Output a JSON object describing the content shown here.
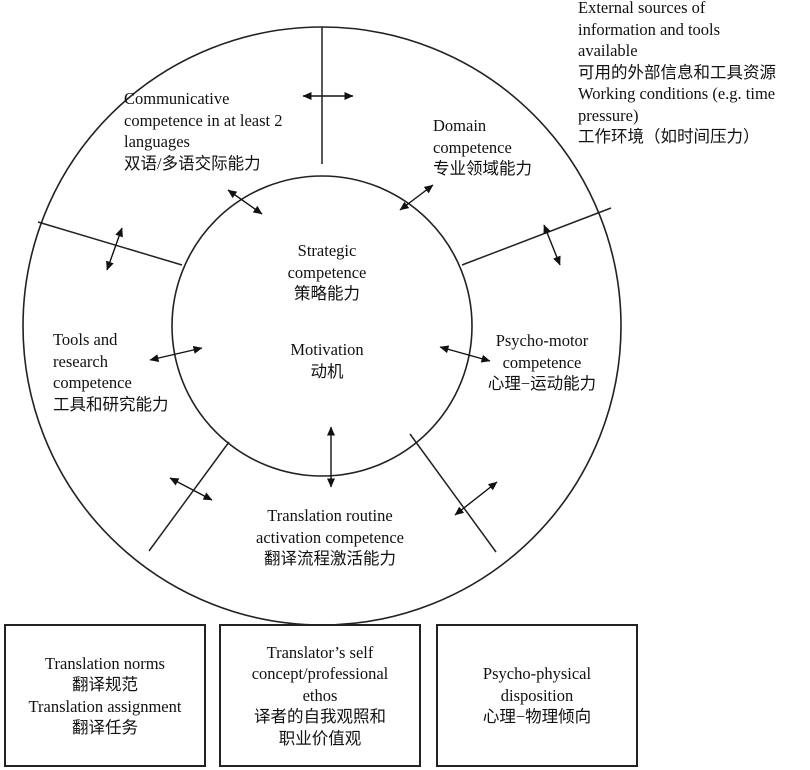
{
  "external": {
    "lines": [
      "External sources of",
      "information and tools",
      "available",
      "可用的外部信息和工具资源",
      "Working conditions (e.g. time",
      "pressure)",
      "工作环境（如时间压力）"
    ]
  },
  "center": {
    "strategic": [
      "Strategic",
      "competence",
      "策略能力"
    ],
    "motivation": [
      "Motivation",
      "动机"
    ]
  },
  "segments": {
    "communicative": [
      "Communicative",
      "competence in at least 2",
      "languages",
      "双语/多语交际能力"
    ],
    "domain": [
      "Domain",
      "competence",
      "专业领域能力"
    ],
    "psychomotor": [
      "Psycho-motor",
      "competence",
      "心理−运动能力"
    ],
    "routine": [
      "Translation routine",
      "activation competence",
      "翻译流程激活能力"
    ],
    "tools": [
      "Tools and",
      "research",
      "competence",
      "工具和研究能力"
    ]
  },
  "boxes": {
    "norms": [
      "Translation norms",
      "翻译规范",
      "Translation assignment",
      "翻译任务"
    ],
    "self": [
      "Translator’s self",
      "concept/professional",
      "ethos",
      "译者的自我观照和",
      "职业价值观"
    ],
    "psychophysical": [
      "Psycho-physical",
      "disposition",
      "心理−物理倾向"
    ]
  }
}
